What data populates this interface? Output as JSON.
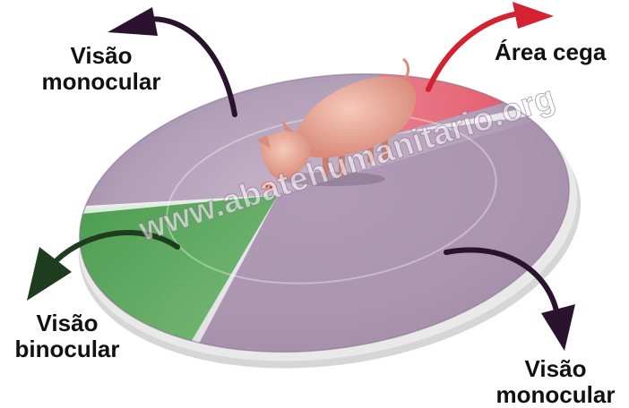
{
  "labels": {
    "monocular_top": [
      "Visão",
      "monocular"
    ],
    "blind_area": [
      "Área cega"
    ],
    "binocular": [
      "Visão",
      "binocular"
    ],
    "monocular_bottom": [
      "Visão",
      "monocular"
    ]
  },
  "watermark": "www.abatehumanitario.org",
  "colors": {
    "monocular_field": "#9c7fa3",
    "binocular_field": "#5aa85a",
    "blind_field": "#e86a78",
    "arrow_monocular": "#2b1330",
    "arrow_blind": "#d42230",
    "arrow_binocular": "#1e3d1e",
    "pig": "#e9a99a"
  },
  "icons": [
    "pig-figure",
    "curved-arrow"
  ]
}
